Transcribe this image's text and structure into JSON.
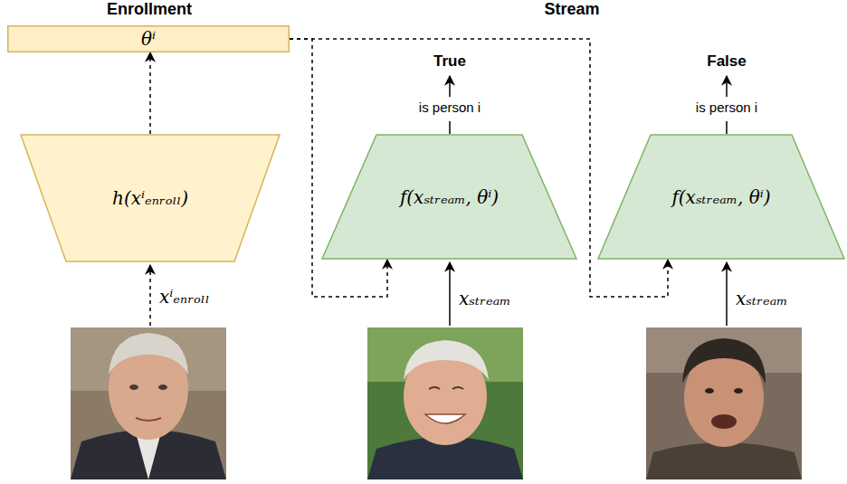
{
  "diagram": {
    "nodes": [
      {
        "text": [
          "θⁱ"
        ]
      },
      {
        "text": [
          "h(xⁱₑₙᵣₒₗₗ)"
        ]
      },
      {
        "text": [
          "f(xₛₜᵣₑₐₘ, θⁱ)"
        ]
      },
      {
        "text": [
          "f(xₛₜᵣₑₐₘ, θⁱ)"
        ]
      }
    ],
    "edges": [
      {
        "from": 1,
        "to": 0,
        "arrow": "to"
      },
      {
        "from": 0,
        "to": 2,
        "arrow": "to"
      },
      {
        "from": 0,
        "to": 3,
        "arrow": "to"
      }
    ],
    "labels": [
      "Enrollment",
      "Stream",
      "True",
      "is person i",
      "False",
      "is person i",
      "xⁱₑₙᵣₒₗₗ",
      "xₛₜᵣₑₐₘ",
      "xₛₜᵣₑₐₘ"
    ]
  }
}
